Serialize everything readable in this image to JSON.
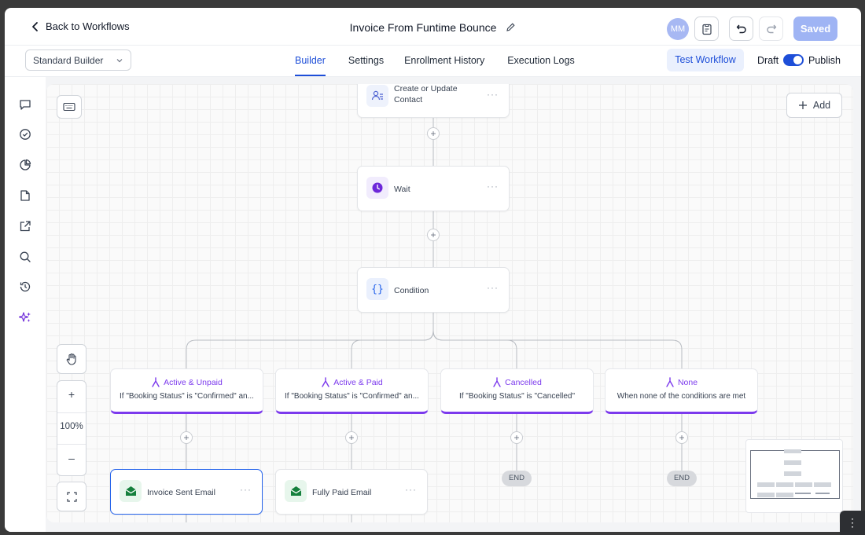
{
  "header": {
    "back_label": "Back to Workflows",
    "workflow_title": "Invoice From Funtime Bounce",
    "avatar_initials": "MM",
    "saved_label": "Saved"
  },
  "subbar": {
    "builder_select": "Standard Builder",
    "tabs": [
      {
        "label": "Builder",
        "active": true
      },
      {
        "label": "Settings",
        "active": false
      },
      {
        "label": "Enrollment History",
        "active": false
      },
      {
        "label": "Execution Logs",
        "active": false
      }
    ],
    "test_label": "Test Workflow",
    "draft_label": "Draft",
    "publish_label": "Publish",
    "publish_enabled": true
  },
  "sidebar": {
    "icons": [
      "chat-icon",
      "check-circle-icon",
      "pie-chart-icon",
      "document-icon",
      "external-link-icon",
      "search-icon",
      "history-icon",
      "sparkle-icon"
    ]
  },
  "canvas": {
    "add_label": "Add",
    "zoom_level": "100%",
    "nodes": {
      "contact": "Create or Update Contact",
      "wait": "Wait",
      "condition": "Condition"
    },
    "branches": [
      {
        "title": "Active & Unpaid",
        "desc": "If \"Booking Status\" is \"Confirmed\" an..."
      },
      {
        "title": "Active & Paid",
        "desc": "If \"Booking Status\" is \"Confirmed\" an..."
      },
      {
        "title": "Cancelled",
        "desc": "If \"Booking Status\" is \"Cancelled\""
      },
      {
        "title": "None",
        "desc": "When none of the conditions are met"
      }
    ],
    "actions": {
      "invoice_email": "Invoice Sent Email",
      "paid_email": "Fully Paid Email"
    },
    "end_label": "END"
  },
  "colors": {
    "accent": "#1d4ed8",
    "branch": "#7c3aed",
    "email_green": "#15803d"
  }
}
